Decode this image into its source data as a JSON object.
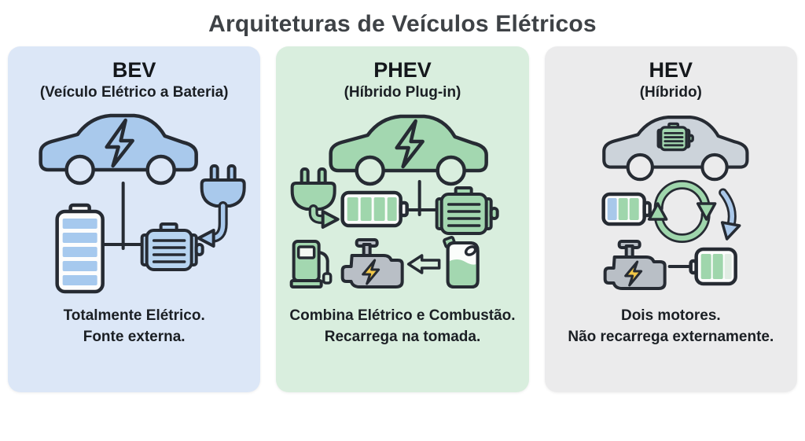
{
  "title": "Arquiteturas de Veículos Elétricos",
  "panels": [
    {
      "acronym": "BEV",
      "subtitle": "(Veículo Elétrico a Bateria)",
      "desc1": "Totalmente Elétrico.",
      "desc2": "Fonte externa.",
      "bg_color": "#dce7f7",
      "icon_color": "#a9c9ec",
      "icons": [
        "electric-car-with-bolt",
        "vertical-battery",
        "electric-motor",
        "charging-plug-with-arrow"
      ]
    },
    {
      "acronym": "PHEV",
      "subtitle": "(Híbrido Plug-in)",
      "desc1": "Combina Elétrico e Combustão.",
      "desc2": "Recarrega na tomada.",
      "bg_color": "#d9eede",
      "icon_color": "#a3d7b0",
      "icons": [
        "electric-car-with-bolt",
        "charging-plug-with-arrow",
        "horizontal-battery",
        "electric-motor",
        "fuel-pump",
        "combustion-engine",
        "fuel-canister",
        "left-arrow"
      ]
    },
    {
      "acronym": "HEV",
      "subtitle": "(Híbrido)",
      "desc1": "Dois motores.",
      "desc2": "Não recarrega externamente.",
      "bg_color": "#ebebec",
      "icon_color": "#ccd3da",
      "icons": [
        "car-with-motor",
        "horizontal-battery",
        "energy-cycle-arrows",
        "blue-down-arrow",
        "combustion-engine",
        "horizontal-battery"
      ]
    }
  ],
  "colors": {
    "title_text": "#3e4246",
    "panel_text": "#1b1f24",
    "outline": "#262b33",
    "bev_blue": "#a9c9ec",
    "bev_panel": "#dce7f7",
    "phev_green": "#a3d7b0",
    "phev_panel": "#d9eede",
    "hev_gray": "#ccd3da",
    "hev_panel": "#ebebec",
    "battery_cell_blue": "#a6c9ee",
    "battery_cell_green": "#9fd6ac",
    "engine_gray": "#b9bfc6",
    "bolt_yellow": "#f0c648",
    "arrow_blue": "#aac8ea"
  }
}
